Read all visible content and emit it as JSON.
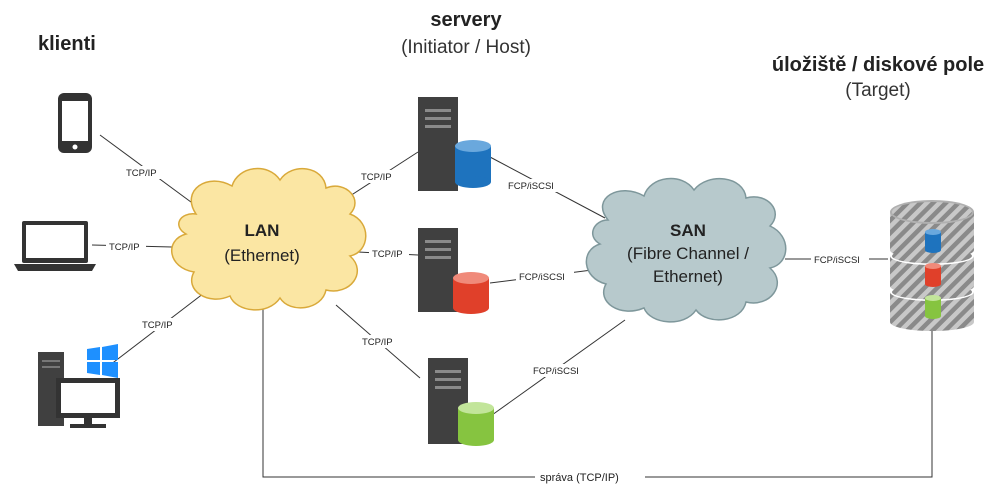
{
  "headings": {
    "clients": "klienti",
    "servers_title": "servery",
    "servers_subtitle": "(Initiator / Host)",
    "storage_title": "úložiště / diskové pole",
    "storage_subtitle": "(Target)"
  },
  "clouds": {
    "lan_title": "LAN",
    "lan_subtitle": "(Ethernet)",
    "san_title": "SAN",
    "san_line1": "(Fibre Channel /",
    "san_line2": "Ethernet)"
  },
  "edge_labels": {
    "phone_lan": "TCP/IP",
    "laptop_lan": "TCP/IP",
    "desktop_lan": "TCP/IP",
    "lan_server1": "TCP/IP",
    "lan_server2": "TCP/IP",
    "lan_server3": "TCP/IP",
    "server1_san": "FCP/iSCSI",
    "server2_san": "FCP/iSCSI",
    "server3_san": "FCP/iSCSI",
    "san_storage": "FCP/iSCSI",
    "management": "správa (TCP/IP)"
  },
  "colors": {
    "cloud_lan": "#fbe6a3",
    "cloud_san": "#b7c9cc",
    "server_body": "#404040",
    "disk_blue": "#1e73be",
    "disk_red": "#e0402a",
    "disk_green": "#86c440",
    "windows_blue": "#1e90ff"
  }
}
